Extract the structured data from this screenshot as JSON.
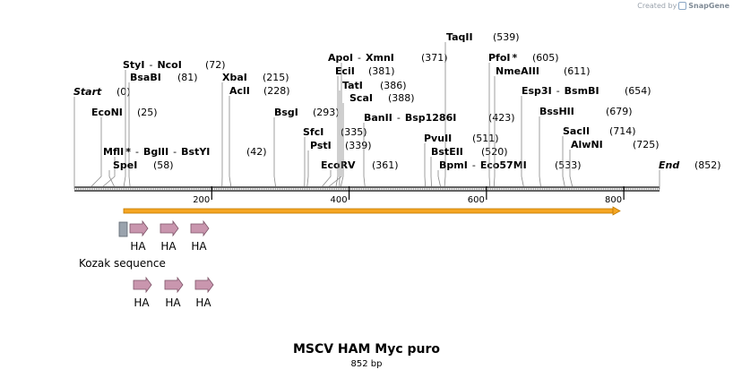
{
  "watermark": {
    "prefix": "Created by",
    "brand": "SnapGene"
  },
  "map": {
    "title": "MSCV HAM Myc puro",
    "length_label": "852 bp",
    "total_bp": 852,
    "ticks": [
      {
        "pos": 200,
        "label": "200"
      },
      {
        "pos": 400,
        "label": "400"
      },
      {
        "pos": 600,
        "label": "600"
      },
      {
        "pos": 800,
        "label": "800"
      }
    ],
    "start_label": "Start",
    "start_pos": "(0)",
    "end_label": "End",
    "end_pos": "(852)",
    "sites": [
      {
        "id": "styi",
        "name": "StyI",
        "pos": "(72)",
        "bp": 72,
        "joined": [
          "NcoI"
        ]
      },
      {
        "id": "bsabi",
        "name": "BsaBI",
        "pos": "(81)",
        "bp": 81
      },
      {
        "id": "econi",
        "name": "EcoNI",
        "pos": "(25)",
        "bp": 25
      },
      {
        "id": "mfli",
        "name": "MflI",
        "star": true,
        "pos": "(42)",
        "bp": 42,
        "joined": [
          "BglII",
          "BstYI"
        ]
      },
      {
        "id": "spei",
        "name": "SpeI",
        "pos": "(58)",
        "bp": 58
      },
      {
        "id": "xbai",
        "name": "XbaI",
        "pos": "(215)",
        "bp": 215
      },
      {
        "id": "acli",
        "name": "AclI",
        "pos": "(228)",
        "bp": 228
      },
      {
        "id": "bsgi",
        "name": "BsgI",
        "pos": "(293)",
        "bp": 293
      },
      {
        "id": "sfci",
        "name": "SfcI",
        "pos": "(335)",
        "bp": 335
      },
      {
        "id": "psti",
        "name": "PstI",
        "pos": "(339)",
        "bp": 339
      },
      {
        "id": "ecorv",
        "name": "EcoRV",
        "pos": "(361)",
        "bp": 361
      },
      {
        "id": "apoi",
        "name": "ApoI",
        "pos": "(371)",
        "bp": 371,
        "joined": [
          "XmnI"
        ]
      },
      {
        "id": "ecii",
        "name": "EciI",
        "pos": "(381)",
        "bp": 381
      },
      {
        "id": "tati",
        "name": "TatI",
        "pos": "(386)",
        "bp": 386
      },
      {
        "id": "scai",
        "name": "ScaI",
        "pos": "(388)",
        "bp": 388
      },
      {
        "id": "banii",
        "name": "BanII",
        "pos": "(423)",
        "bp": 423,
        "joined": [
          "Bsp1286I"
        ]
      },
      {
        "id": "taqii",
        "name": "TaqII",
        "pos": "(539)",
        "bp": 539
      },
      {
        "id": "pvuii",
        "name": "PvuII",
        "pos": "(511)",
        "bp": 511
      },
      {
        "id": "bsteii",
        "name": "BstEII",
        "pos": "(520)",
        "bp": 520
      },
      {
        "id": "bpmi",
        "name": "BpmI",
        "pos": "(533)",
        "bp": 533,
        "joined": [
          "Eco57MI"
        ]
      },
      {
        "id": "pfoi",
        "name": "PfoI",
        "star": true,
        "pos": "(605)",
        "bp": 605
      },
      {
        "id": "nmeaiii",
        "name": "NmeAIII",
        "pos": "(611)",
        "bp": 611
      },
      {
        "id": "esp3i",
        "name": "Esp3I",
        "pos": "(654)",
        "bp": 654,
        "joined": [
          "BsmBI"
        ]
      },
      {
        "id": "bsshii",
        "name": "BssHII",
        "pos": "(679)",
        "bp": 679
      },
      {
        "id": "sacii",
        "name": "SacII",
        "pos": "(714)",
        "bp": 714
      },
      {
        "id": "alwni",
        "name": "AlwNI",
        "pos": "(725)",
        "bp": 725
      }
    ],
    "features": {
      "kozak_label": "Kozak sequence",
      "tag_label": "HA"
    },
    "colors": {
      "backbone": "#000000",
      "orf_fill": "#f5a623",
      "orf_border": "#c07a00",
      "ha_fill": "#c996ae",
      "ha_stroke": "#7d5468",
      "kozak_fill": "#9aa3ad",
      "kozak_stroke": "#5e6670"
    }
  }
}
